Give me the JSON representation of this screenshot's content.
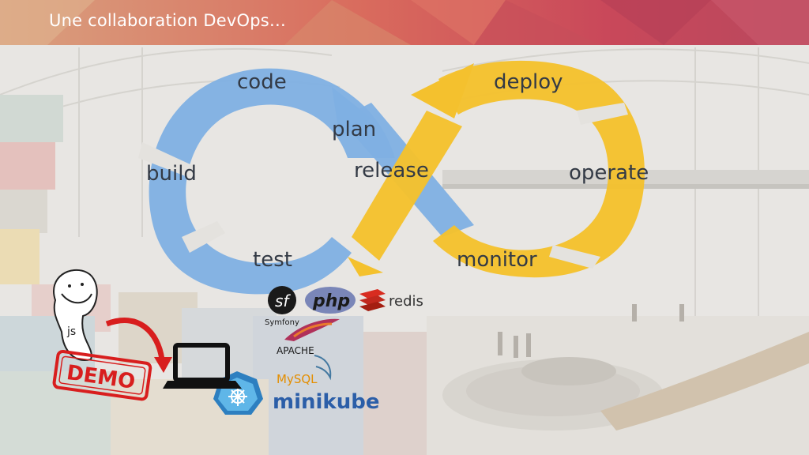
{
  "slide": {
    "title": "Une collaboration DevOps…"
  },
  "loop": {
    "stages": {
      "code": "code",
      "plan": "plan",
      "build": "build",
      "release": "release",
      "test": "test",
      "deploy": "deploy",
      "operate": "operate",
      "monitor": "monitor"
    },
    "colors": {
      "dev": "#7fb0e3",
      "ops": "#f4c12e"
    }
  },
  "logos": {
    "symfony": "Symfony",
    "php": "php",
    "redis": "redis",
    "apache": "APACHE",
    "mysql": "MySQL",
    "minikube": "minikube",
    "js": "js",
    "demo": "DEMO"
  },
  "icons": {
    "mascot": "troll-face-icon",
    "arrow": "curved-arrow-icon",
    "laptop": "laptop-icon",
    "kubernetes": "kubernetes-icon"
  }
}
